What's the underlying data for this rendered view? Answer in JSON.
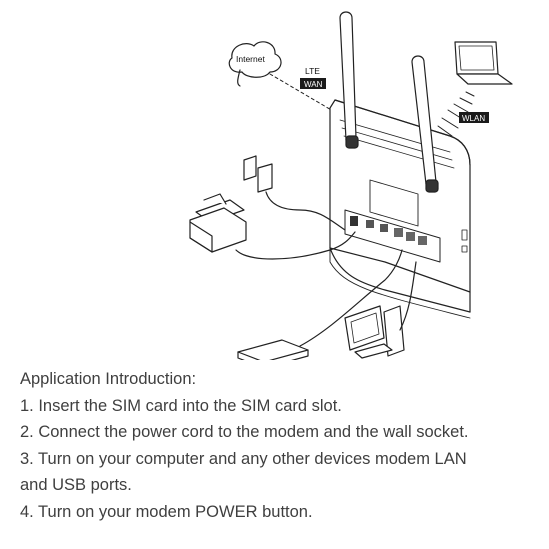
{
  "diagram": {
    "internet_label": "Internet",
    "lte_label": "LTE",
    "wan_label": "WAN",
    "wlan_label": "WLAN"
  },
  "instructions": {
    "heading": "Application Introduction:",
    "steps": [
      "1. Insert the SIM card into the SIM card slot.",
      "2. Connect the power cord to the modem and the wall socket.",
      "3. Turn on your computer and any other devices modem LAN",
      "and USB ports.",
      "4. Turn on your modem POWER button."
    ]
  }
}
